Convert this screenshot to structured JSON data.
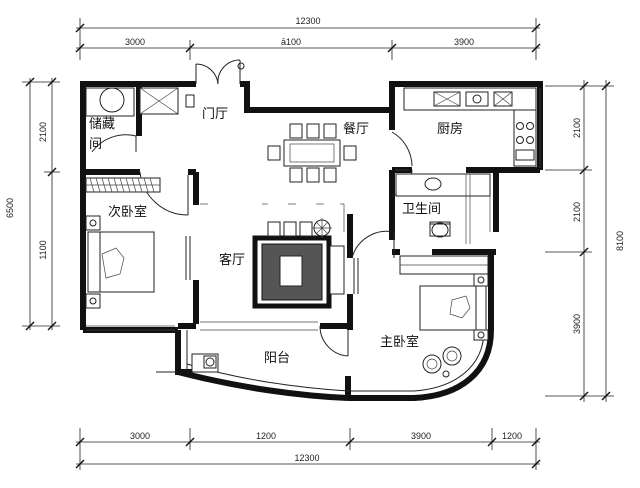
{
  "dimensions": {
    "top_total": "12300",
    "top_left": "3000",
    "top_mid": "ā100",
    "top_right": "3900",
    "bottom_total": "12300",
    "bottom_a": "3000",
    "bottom_b": "1200",
    "bottom_c": "3900",
    "bottom_d": "1200",
    "left_total": "6500",
    "left_top": "2100",
    "left_bottom": "1100",
    "right_total": "8100",
    "right_a": "2100",
    "right_b": "2100",
    "right_c": "3900"
  },
  "rooms": {
    "storage_line1": "储藏",
    "storage_line2": "间",
    "foyer": "门厅",
    "dining": "餐厅",
    "kitchen": "厨房",
    "second_bedroom": "次卧室",
    "bathroom": "卫生间",
    "living": "客厅",
    "master_bedroom": "主卧室",
    "balcony": "阳台"
  }
}
